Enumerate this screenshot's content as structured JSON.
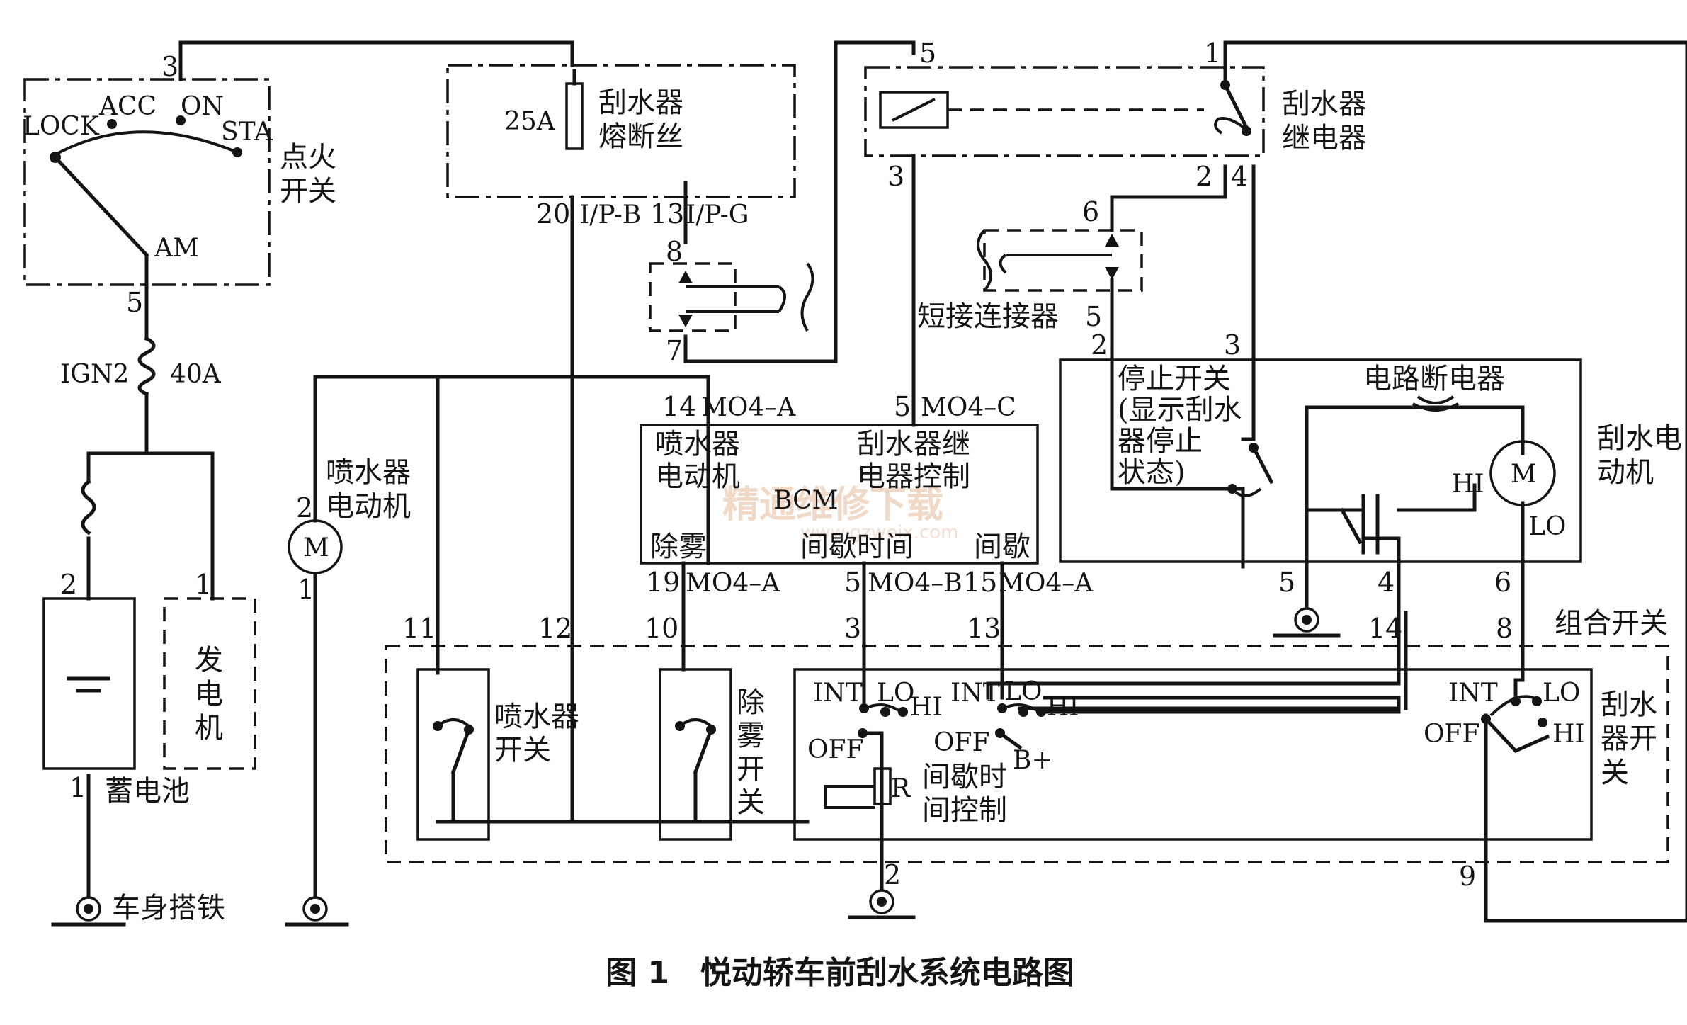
{
  "caption": "图 1　悦动轿车前刮水系统电路图",
  "watermark": {
    "main": "精通维修下载",
    "sub": "www.gzweix.com"
  },
  "ignition": {
    "title_line1": "点火",
    "title_line2": "开关",
    "lock": "LOCK",
    "acc": "ACC",
    "on": "ON",
    "sta": "STA",
    "am": "AM",
    "pin_top": "3",
    "pin_bottom": "5"
  },
  "fuse_ign2": {
    "name": "IGN2",
    "rating": "40A"
  },
  "battery": {
    "label": "蓄电池",
    "pin_top": "2",
    "pin_bottom": "1"
  },
  "generator": {
    "label_1": "发",
    "label_2": "电",
    "label_3": "机",
    "pin": "1"
  },
  "ground_body": {
    "label": "车身搭铁"
  },
  "wiper_fuse": {
    "rating": "25A",
    "label_line1": "刮水器",
    "label_line2": "熔断丝",
    "pin_left": "20",
    "conn_left": "I/P-B",
    "pin_right": "13",
    "conn_right": "I/P-G"
  },
  "connector_small": {
    "pin_top": "8",
    "pin_bottom": "7"
  },
  "washer_motor": {
    "label_line1": "喷水器",
    "label_line2": "电动机",
    "symbol": "M",
    "pin_top": "2",
    "pin_bottom": "1"
  },
  "wiper_relay": {
    "label_line1": "刮水器",
    "label_line2": "继电器",
    "pin5": "5",
    "pin3": "3",
    "pin1": "1",
    "pin2": "2",
    "pin4": "4"
  },
  "short_connector": {
    "label": "短接连接器",
    "pin_top": "6",
    "pin_bottom": "5"
  },
  "bcm": {
    "name": "BCM",
    "washer_motor_line1": "喷水器",
    "washer_motor_line2": "电动机",
    "relay_ctrl_line1": "刮水器继",
    "relay_ctrl_line2": "电器控制",
    "defog": "除雾",
    "int_time": "间歇时间",
    "intermittent": "间歇",
    "pin14": "14",
    "conn14": "MO4–A",
    "pin5top": "5",
    "conn5top": "MO4–C",
    "pin19": "19",
    "conn19": "MO4–A",
    "pin5b": "5",
    "conn5b": "MO4–B",
    "pin15": "15",
    "conn15": "MO4–A"
  },
  "wiper_motor": {
    "label_line1": "刮水电",
    "label_line2": "动机",
    "stop_sw_line1": "停止开关",
    "stop_sw_line2": "(显示刮水",
    "stop_sw_line3": "器停止",
    "stop_sw_line4": "状态)",
    "breaker": "电路断电器",
    "hi": "HI",
    "lo": "LO",
    "symbol": "M",
    "pin2": "2",
    "pin3": "3",
    "pin5": "5",
    "pin4": "4",
    "pin6": "6"
  },
  "combo_switch": {
    "label": "组合开关",
    "pin11": "11",
    "pin12": "12",
    "pin10": "10",
    "pin3": "3",
    "pin13": "13",
    "pin14": "14",
    "pin8": "8",
    "pin9": "9",
    "pin2": "2",
    "washer_sw_line1": "喷水器",
    "washer_sw_line2": "开关",
    "defog_sw_1": "除",
    "defog_sw_2": "雾",
    "defog_sw_3": "开",
    "defog_sw_4": "关",
    "int": "INT",
    "lo": "LO",
    "hi": "HI",
    "off": "OFF",
    "r": "R",
    "bplus": "B+",
    "int_ctrl_line1": "间歇时",
    "int_ctrl_line2": "间控制",
    "wiper_sw_1": "刮水",
    "wiper_sw_2": "器开",
    "wiper_sw_3": "关"
  }
}
